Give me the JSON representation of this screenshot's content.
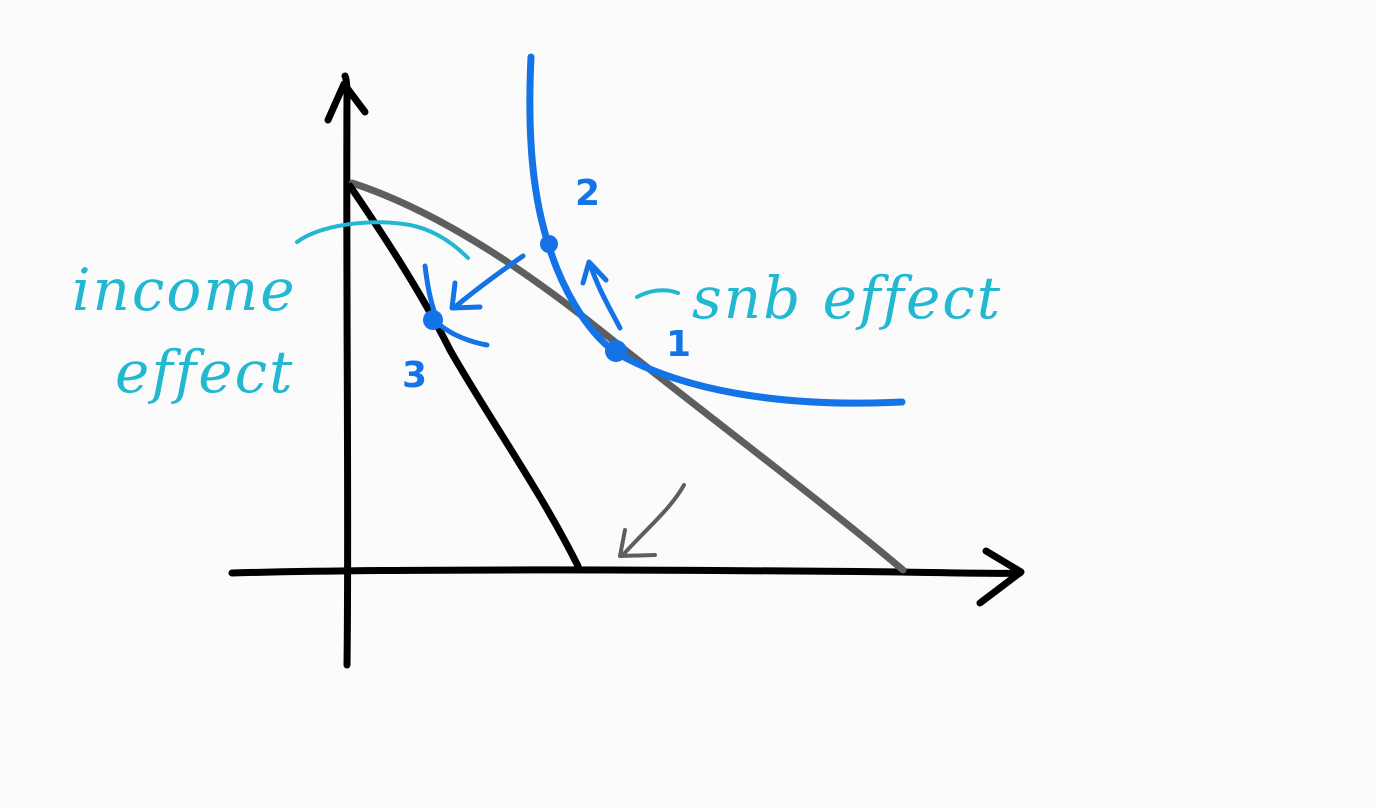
{
  "colors": {
    "background": "#fbfbfb",
    "axes": "#000000",
    "original_budget_line": "#5b5f5f",
    "new_budget_line": "#000000",
    "indifference_curve": "#1473e6",
    "annotation": "#22b8d1"
  },
  "points": {
    "p1": "1",
    "p2": "2",
    "p3": "3"
  },
  "labels": {
    "substitution_effect": "snb effect",
    "income_effect_line1": "income",
    "income_effect_line2": "effect"
  }
}
